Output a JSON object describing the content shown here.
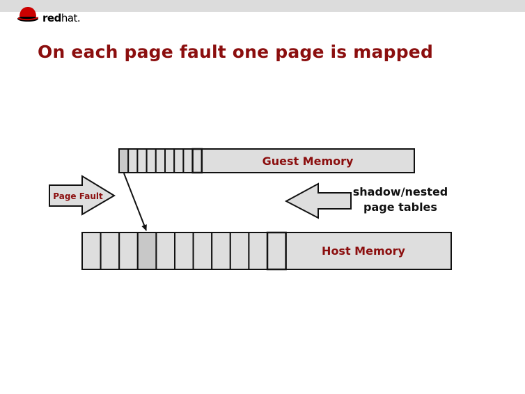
{
  "header": {
    "logo": {
      "icon": "redhat-fedora-icon",
      "text_bold": "red",
      "text_regular": "hat."
    },
    "title": "On each page fault one page is mapped"
  },
  "diagram": {
    "guest_memory": {
      "label": "Guest Memory",
      "page_cells": 9,
      "highlighted_cell": 0
    },
    "host_memory": {
      "label": "Host Memory",
      "page_cells": 11,
      "highlighted_cell": 3
    },
    "page_fault_arrow": {
      "label": "Page Fault",
      "direction": "right"
    },
    "tables_arrow": {
      "label_line1": "shadow/nested",
      "label_line2": "page tables",
      "direction": "left"
    },
    "mapping_arrow": {
      "from": "guest cell 0",
      "to": "host cell 3"
    },
    "colors": {
      "title": "#8b0e0e",
      "label": "#8b0e0e",
      "cell_fill": "#dedede",
      "highlight_fill": "#c8c8c8",
      "stroke": "#111111",
      "logo_red": "#cc0000"
    }
  }
}
